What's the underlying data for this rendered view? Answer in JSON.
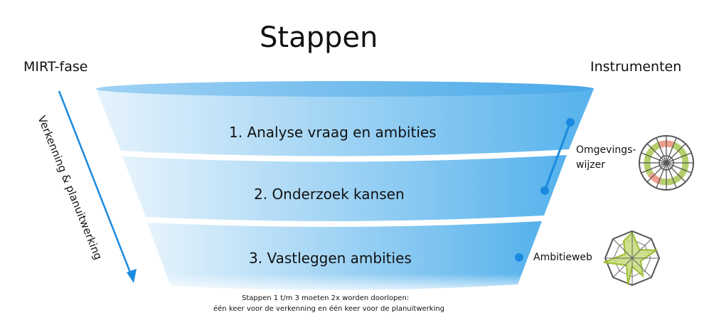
{
  "title": "Stappen",
  "left_header": "MIRT-fase",
  "right_header": "Instrumenten",
  "phase_arrow_label": "Verkenning & planuitwerking",
  "steps": [
    {
      "label": "1. Analyse vraag en ambities"
    },
    {
      "label": "2. Onderzoek kansen"
    },
    {
      "label": "3. Vastleggen ambities"
    }
  ],
  "note_line1": "Stappen 1 t/m 3 moeten 2x worden doorlopen:",
  "note_line2": "één keer voor de verkenning en één keer voor de planuitwerking",
  "instruments": [
    {
      "label_line1": "Omgevings-",
      "label_line2": "wijzer"
    },
    {
      "label": "Ambitieweb"
    }
  ],
  "colors": {
    "accent": "#1a8ae0",
    "funnel_light": "#e3f2fc",
    "funnel_dark": "#5ab4ec",
    "green": "#a7c545"
  }
}
